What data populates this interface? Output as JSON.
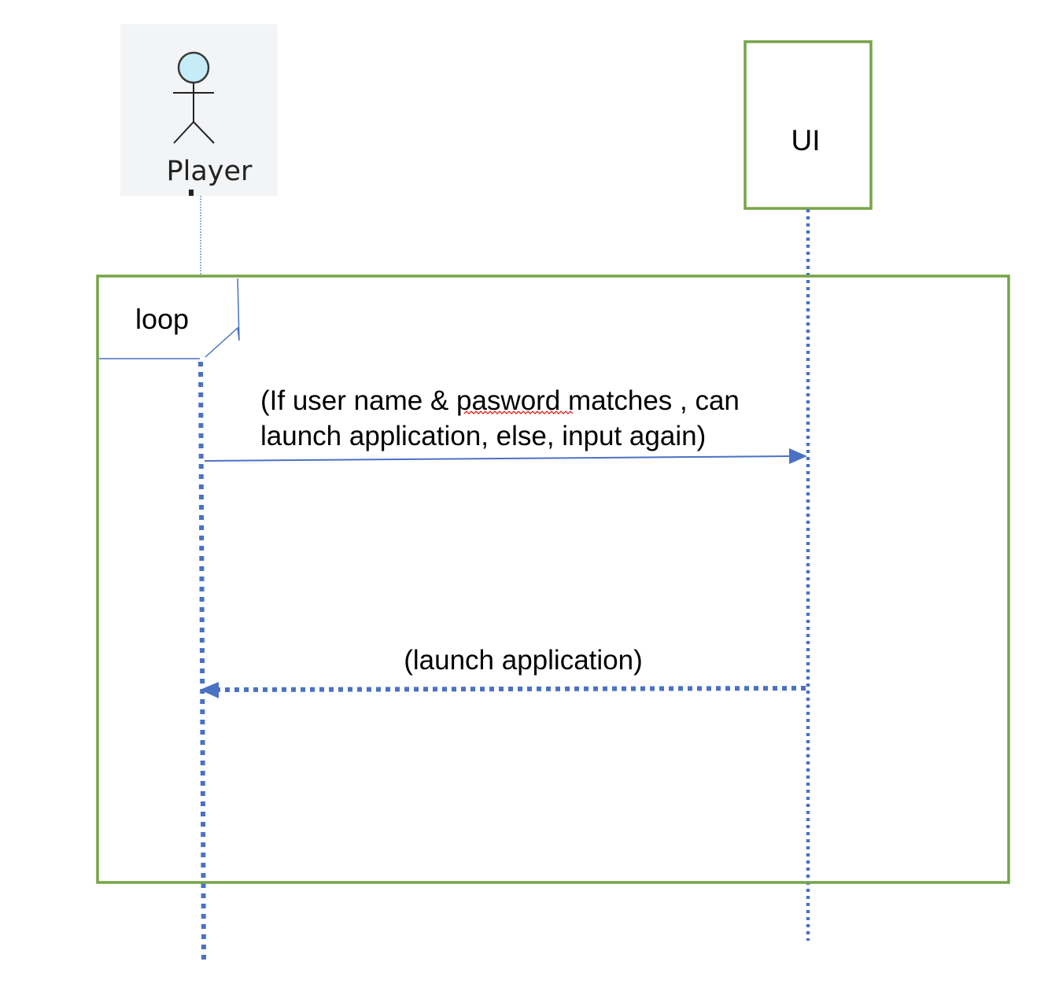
{
  "participants": {
    "player": {
      "label": "Player"
    },
    "ui": {
      "label": "UI"
    }
  },
  "fragment": {
    "operator": "loop"
  },
  "messages": [
    {
      "from": "Player",
      "to": "UI",
      "kind": "synchronous",
      "line1": "(If user name & ",
      "misspelled": "pasword",
      "line1_end": " matches , can",
      "line2": "launch application, else, input again)"
    },
    {
      "from": "UI",
      "to": "Player",
      "kind": "return",
      "line1": "(launch application)"
    }
  ],
  "colors": {
    "frame_border": "#76a447",
    "lifeline": "#4a72c4",
    "arrow": "#4a72c4",
    "actor_head": "#c6ecf8",
    "actor_bg": "#f3f4f6",
    "spellcheck": "#e02020"
  }
}
